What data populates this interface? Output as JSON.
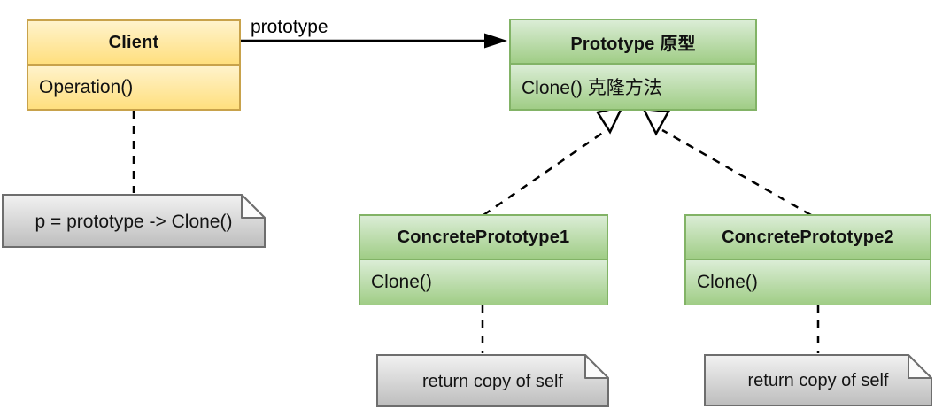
{
  "classes": {
    "client": {
      "name": "Client",
      "methods": [
        "Operation()"
      ]
    },
    "prototype": {
      "name": "Prototype 原型",
      "methods": [
        "Clone() 克隆方法"
      ]
    },
    "concrete1": {
      "name": "ConcretePrototype1",
      "methods": [
        "Clone()"
      ]
    },
    "concrete2": {
      "name": "ConcretePrototype2",
      "methods": [
        "Clone()"
      ]
    }
  },
  "edges": {
    "association_label": "prototype"
  },
  "notes": {
    "client_note": "p = prototype -> Clone()",
    "concrete1_note": "return copy of self",
    "concrete2_note": "return copy of self"
  },
  "colors": {
    "class_yellow_top": "#FFF3CC",
    "class_yellow_bottom": "#FFDF7E",
    "class_yellow_border": "#C8A24B",
    "class_green_top": "#DBEDD6",
    "class_green_bottom": "#A0CD86",
    "class_green_border": "#82B366",
    "note_top": "#F2F2F2",
    "note_bottom": "#BDBDBD",
    "note_border": "#6E6E6E",
    "connector": "#000000"
  }
}
